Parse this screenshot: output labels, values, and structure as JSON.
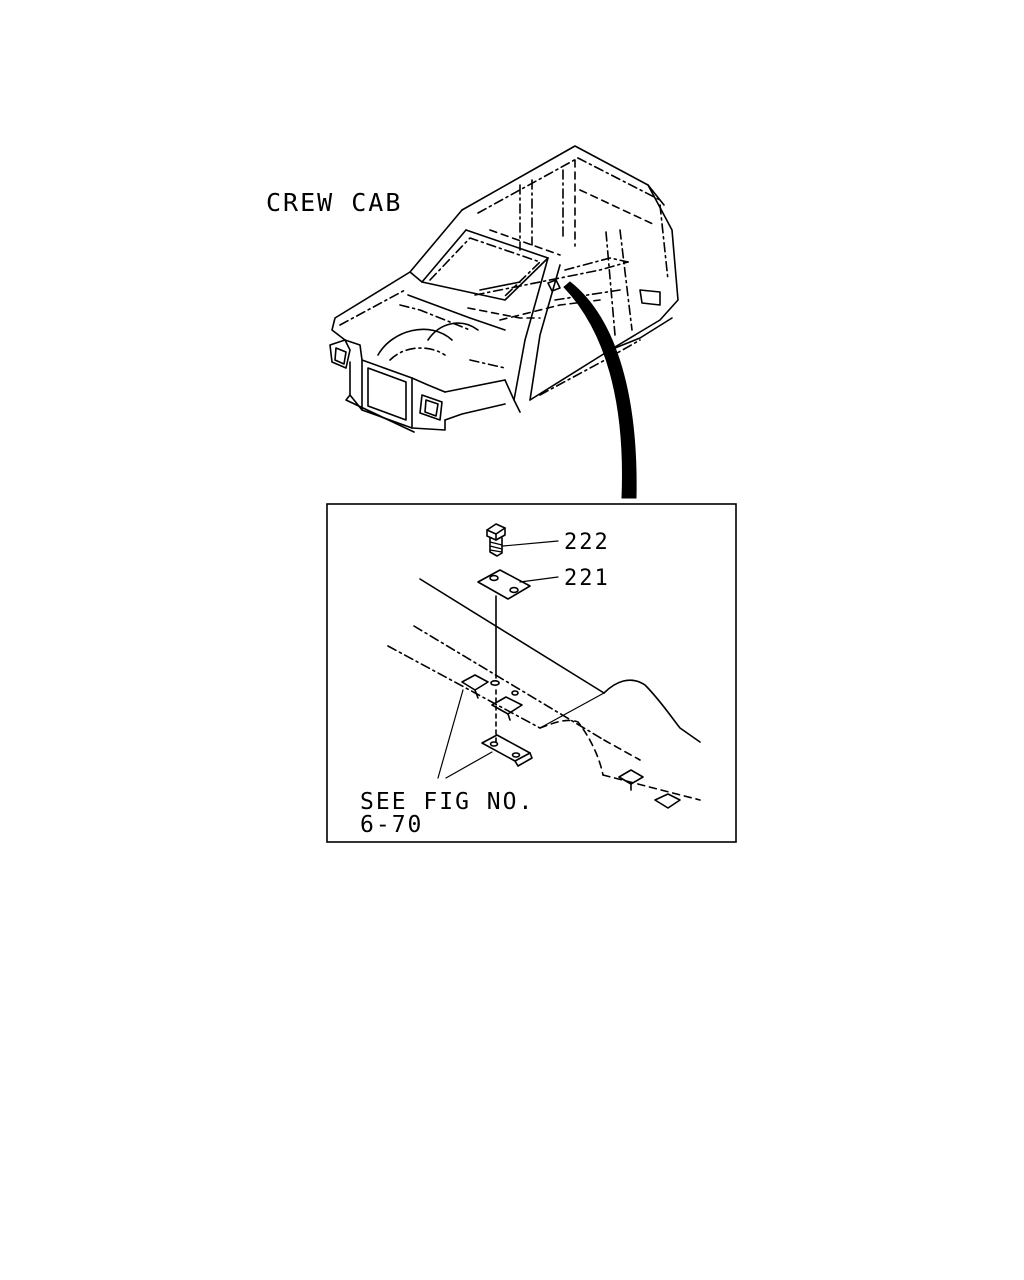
{
  "figure": {
    "title": "CREW CAB",
    "parts": [
      {
        "number": "222"
      },
      {
        "number": "221"
      }
    ],
    "note_line1": "SEE FIG NO.",
    "note_line2": "6-70"
  }
}
